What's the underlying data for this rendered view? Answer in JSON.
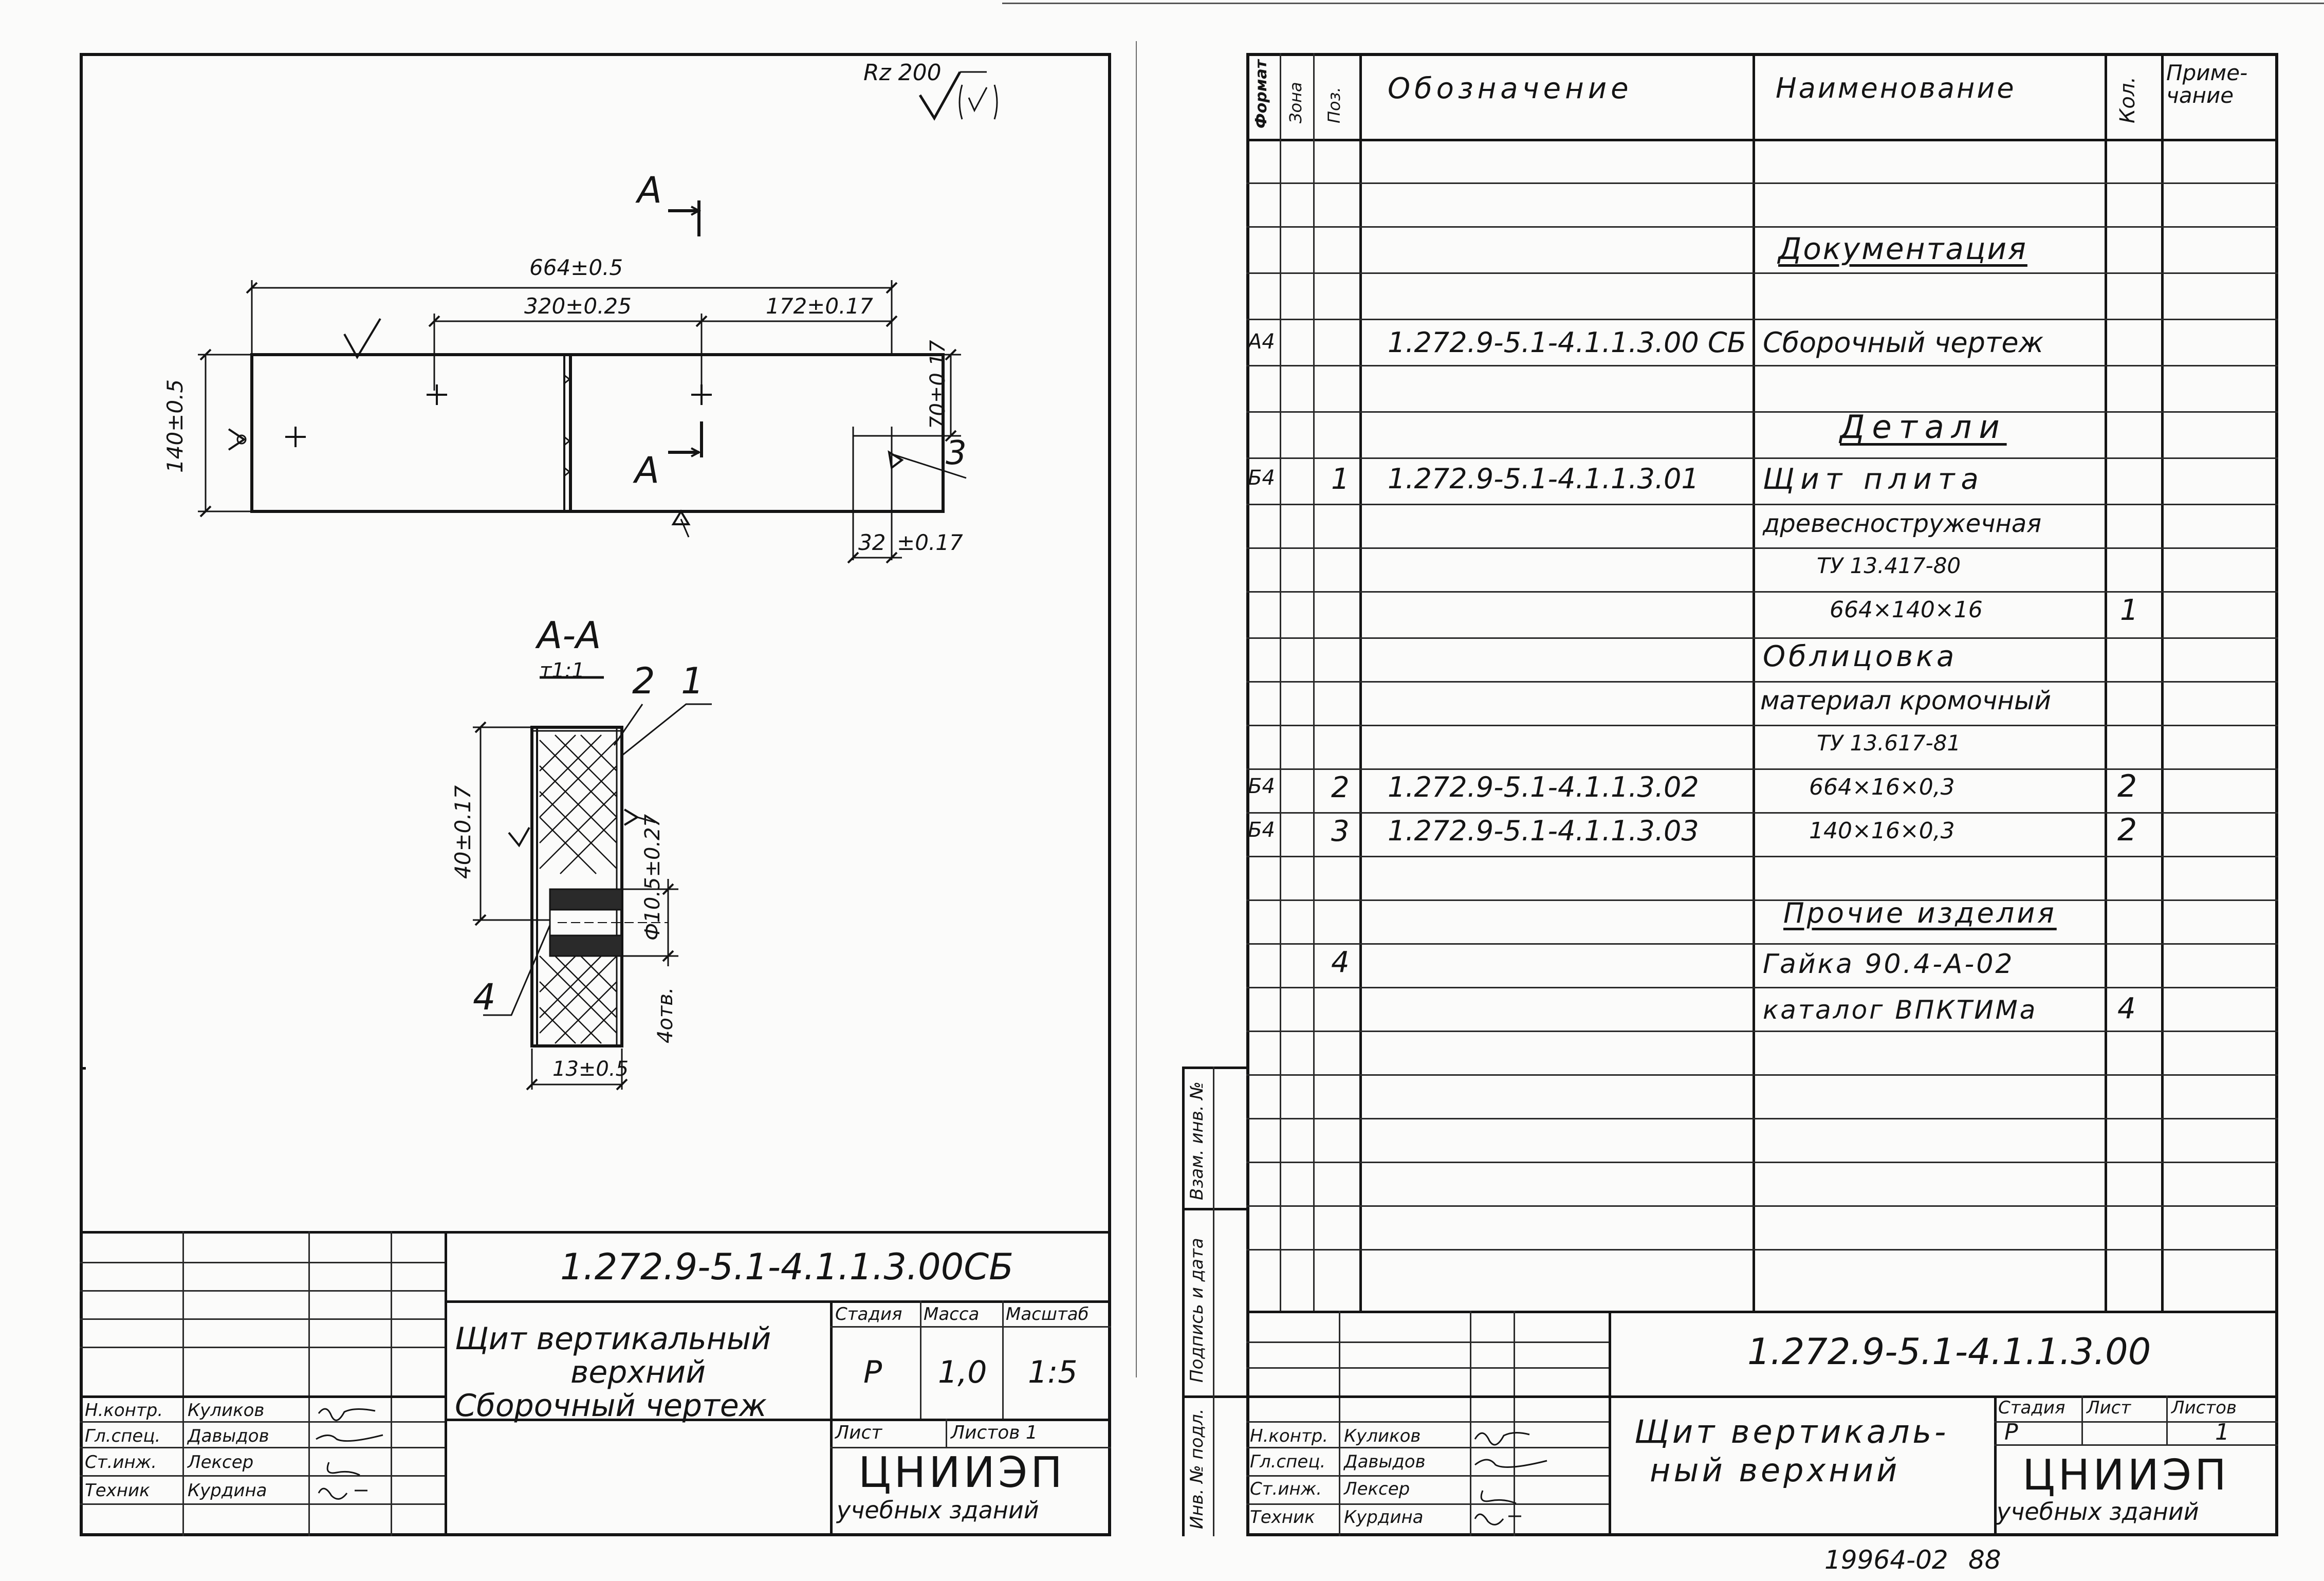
{
  "left_sheet": {
    "roughness": "Rz 200",
    "section_mark_top": "А",
    "section_mark_mid": "А",
    "dim_overall": "664±0.5",
    "dim_left": "320±0.25",
    "dim_right": "172±0.17",
    "dim_height": "140±0.5",
    "dim_side": "70±0.17",
    "dim_bottom": "32",
    "dim_bottom_tol": "±0.17",
    "weld_mark": "3",
    "section_title": "А-А",
    "section_scale": "т1:1",
    "leader_1": "1",
    "leader_2": "2",
    "leader_4": "4",
    "dim_section_h": "40±0.17",
    "dim_hole": "Ф10.5±0.27",
    "dim_holes_count": "4отв.",
    "dim_section_w": "13±0.5",
    "stamp": {
      "code": "1.272.9-5.1-4.1.1.3.00СБ",
      "title_l1": "Щит вертикальный",
      "title_l2": "верхний",
      "title_l3": "Сборочный чертеж",
      "h_stage": "Стадия",
      "h_mass": "Масса",
      "h_scale": "Масштаб",
      "stage": "Р",
      "mass": "1,0",
      "scale": "1:5",
      "sheet": "Лист",
      "sheets": "Листов 1",
      "org": "ЦНИИЭП",
      "org_sub": "учебных зданий",
      "roles": [
        {
          "role": "Н.контр.",
          "name": "Куликов"
        },
        {
          "role": "Гл.спец.",
          "name": "Давыдов"
        },
        {
          "role": "Ст.инж.",
          "name": "Лексер"
        },
        {
          "role": "Техник",
          "name": "Курдина"
        }
      ]
    }
  },
  "spec": {
    "headers": {
      "format": "Формат",
      "zone": "Зона",
      "pos": "Поз.",
      "designation": "Обозначение",
      "name": "Наименование",
      "qty": "Кол.",
      "note": "Приме-чание"
    },
    "rows": [
      {
        "format": "",
        "pos": "",
        "designation": "",
        "name": "Документация",
        "qty": "",
        "kind": "section"
      },
      {
        "format": "А4",
        "pos": "",
        "designation": "1.272.9-5.1-4.1.1.3.00 СБ",
        "name": "Сборочный чертеж",
        "qty": "",
        "kind": "item"
      },
      {
        "format": "",
        "pos": "",
        "designation": "",
        "name": "Детали",
        "qty": "",
        "kind": "section"
      },
      {
        "format": "Б4",
        "pos": "1",
        "designation": "1.272.9-5.1-4.1.1.3.01",
        "name": "Щит плита",
        "qty": "",
        "kind": "item"
      },
      {
        "format": "",
        "pos": "",
        "designation": "",
        "name": "древесностружечная",
        "qty": "",
        "kind": "item"
      },
      {
        "format": "",
        "pos": "",
        "designation": "",
        "name": "ТУ 13.417-80",
        "qty": "",
        "kind": "sub"
      },
      {
        "format": "",
        "pos": "",
        "designation": "",
        "name": "664×140×16",
        "qty": "1",
        "kind": "sub"
      },
      {
        "format": "",
        "pos": "",
        "designation": "",
        "name": "Облицовка",
        "qty": "",
        "kind": "item"
      },
      {
        "format": "",
        "pos": "",
        "designation": "",
        "name": "материал кромочный",
        "qty": "",
        "kind": "item"
      },
      {
        "format": "",
        "pos": "",
        "designation": "",
        "name": "ТУ 13.617-81",
        "qty": "",
        "kind": "sub"
      },
      {
        "format": "Б4",
        "pos": "2",
        "designation": "1.272.9-5.1-4.1.1.3.02",
        "name": "664×16×0,3",
        "qty": "2",
        "kind": "sub"
      },
      {
        "format": "Б4",
        "pos": "3",
        "designation": "1.272.9-5.1-4.1.1.3.03",
        "name": "140×16×0,3",
        "qty": "2",
        "kind": "sub"
      },
      {
        "format": "",
        "pos": "",
        "designation": "",
        "name": "Прочие изделия",
        "qty": "",
        "kind": "section"
      },
      {
        "format": "",
        "pos": "4",
        "designation": "",
        "name": "Гайка 90.4-А-02",
        "qty": "",
        "kind": "item"
      },
      {
        "format": "",
        "pos": "",
        "designation": "",
        "name": "каталог ВПКТИМа",
        "qty": "4",
        "kind": "item"
      }
    ],
    "side_labels": [
      "Инв. № подл.",
      "Подпись и дата",
      "Взам. инв. №"
    ],
    "stamp": {
      "code": "1.272.9-5.1-4.1.1.3.00",
      "title_l1": "Щит вертикаль-",
      "title_l2": "ный верхний",
      "h_stage": "Стадия",
      "h_sheet": "Лист",
      "h_sheets": "Листов",
      "stage": "Р",
      "sheets": "1",
      "org": "ЦНИИЭП",
      "org_sub": "учебных зданий",
      "roles": [
        {
          "role": "Н.контр.",
          "name": "Куликов"
        },
        {
          "role": "Гл.спец.",
          "name": "Давыдов"
        },
        {
          "role": "Ст.инж.",
          "name": "Лексер"
        },
        {
          "role": "Техник",
          "name": "Курдина"
        }
      ]
    },
    "footer_number": "19964-02",
    "footer_page": "88"
  }
}
